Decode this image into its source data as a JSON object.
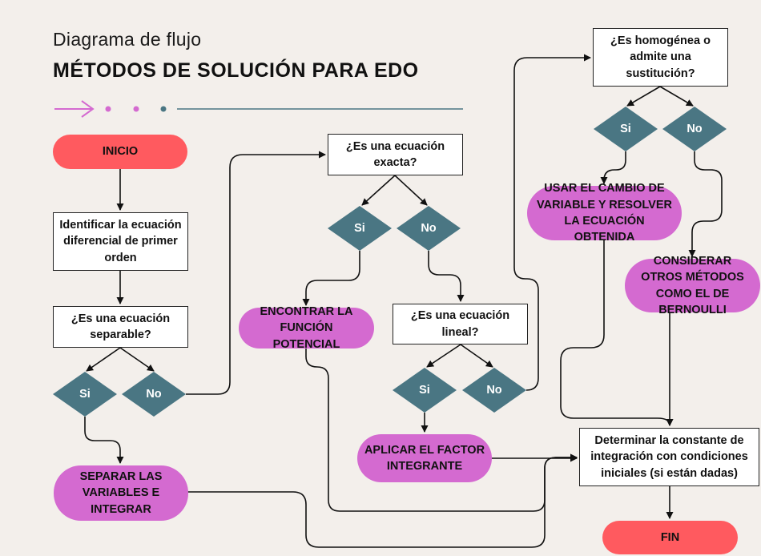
{
  "header": {
    "subtitle": "Diagrama de flujo",
    "title": "MÉTODOS DE SOLUCIÓN PARA EDO"
  },
  "colors": {
    "start_end": "#ff5a5f",
    "method": "#d46ad0",
    "decision": "#4a7683",
    "accent": "#d46ad0"
  },
  "nodes": {
    "inicio": "INICIO",
    "identificar": "Identificar la ecuación diferencial de primer orden",
    "separable_q": "¿Es una ecuación separable?",
    "separable_si": "Si",
    "separable_no": "No",
    "separar": "SEPARAR LAS VARIABLES E INTEGRAR",
    "exacta_q": "¿Es una ecuación exacta?",
    "exacta_si": "Si",
    "exacta_no": "No",
    "potencial": "ENCONTRAR LA FUNCIÓN POTENCIAL",
    "lineal_q": "¿Es una ecuación lineal?",
    "lineal_si": "Si",
    "lineal_no": "No",
    "factor": "APLICAR EL FACTOR INTEGRANTE",
    "homogenea_q": "¿Es homogénea o admite una sustitución?",
    "homogenea_si": "Si",
    "homogenea_no": "No",
    "cambio": "USAR EL CAMBIO DE VARIABLE Y RESOLVER LA ECUACIÓN OBTENIDA",
    "otros": "CONSIDERAR OTROS MÉTODOS COMO EL DE BERNOULLI",
    "constante": "Determinar la constante de integración con condiciones iniciales (si están dadas)",
    "fin": "FIN"
  }
}
